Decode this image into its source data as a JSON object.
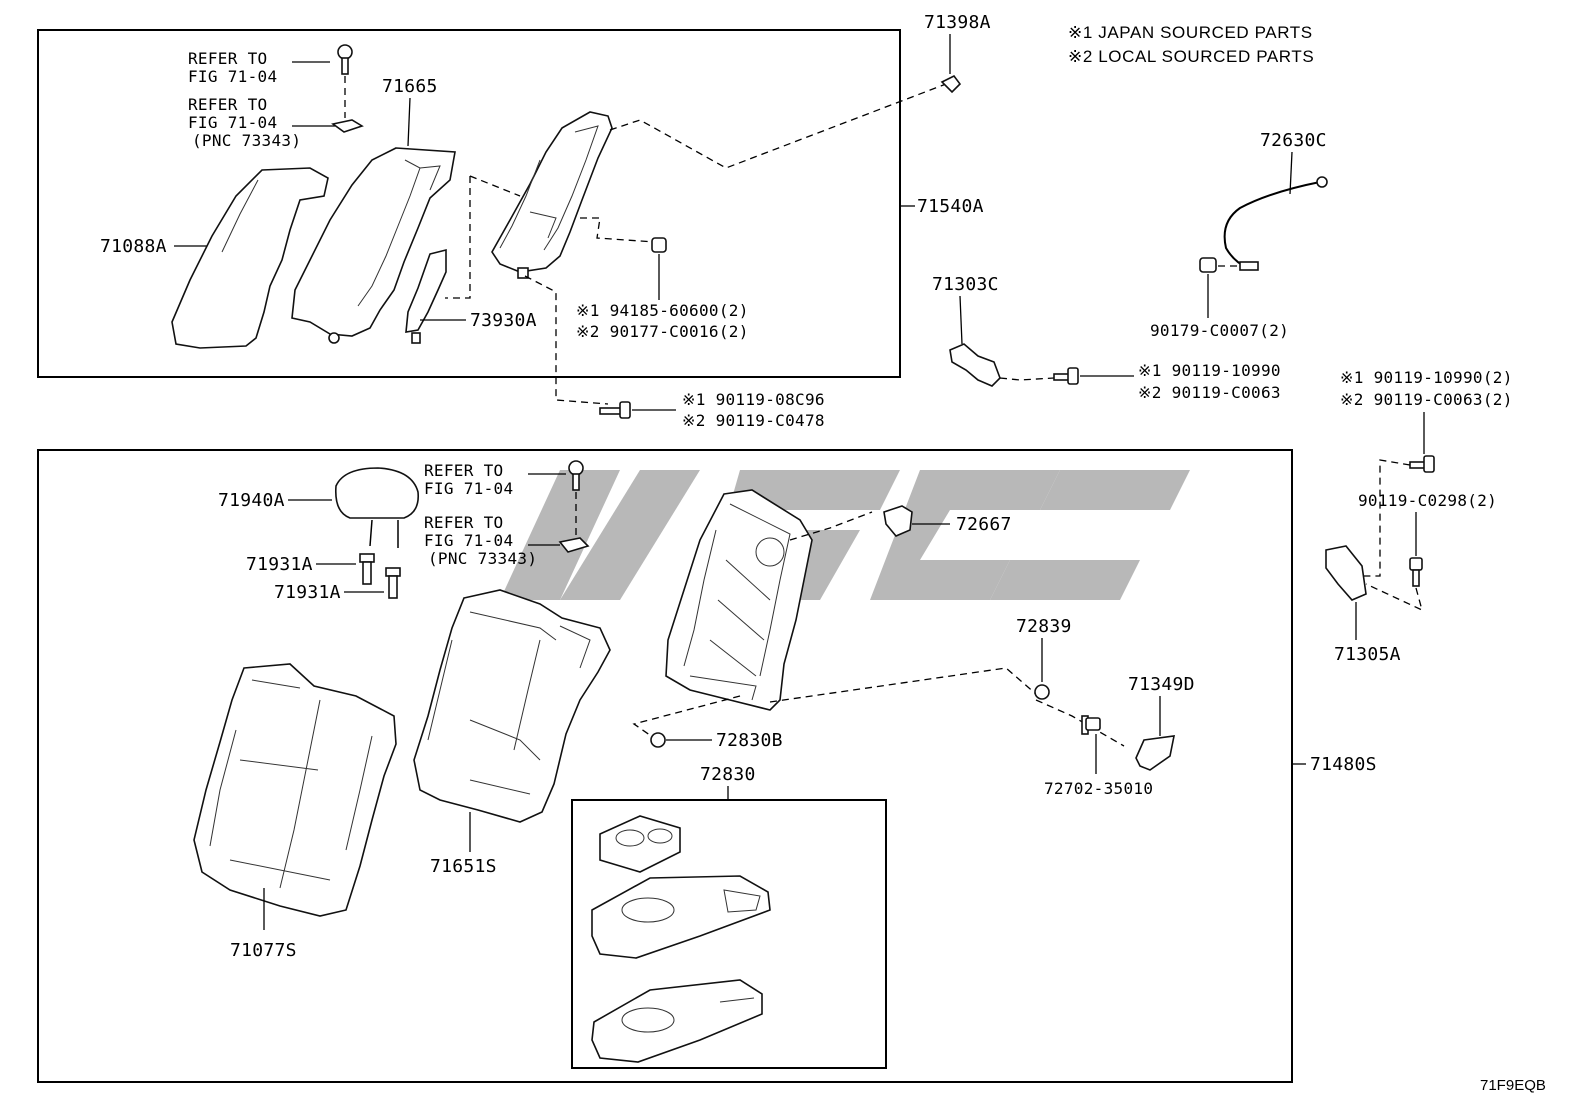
{
  "notes": {
    "japan": "※1 JAPAN SOURCED PARTS",
    "local": "※2 LOCAL SOURCED PARTS"
  },
  "diagram_code": "71F9EQB",
  "refer": {
    "line1": "REFER TO",
    "fig": "FIG 71-04",
    "pnc": "(PNC 73343)"
  },
  "upper_group": {
    "assembly": "71540A",
    "p71398A": "71398A",
    "p71665": "71665",
    "p71088A": "71088A",
    "p73930A": "73930A",
    "fastener_a_1": "※1 94185-60600(2)",
    "fastener_a_2": "※2 90177-C0016(2)",
    "fastener_b_1": "※1 90119-08C96",
    "fastener_b_2": "※2 90119-C0478"
  },
  "right_side": {
    "p72630C": "72630C",
    "p90179": "90179-C0007(2)",
    "p71303C": "71303C",
    "fastener_c_1": "※1 90119-10990",
    "fastener_c_2": "※2 90119-C0063",
    "fastener_d_1": "※1 90119-10990(2)",
    "fastener_d_2": "※2 90119-C0063(2)",
    "p90119_C0298": "90119-C0298(2)",
    "p71305A": "71305A"
  },
  "lower_group": {
    "assembly": "71480S",
    "p71940A": "71940A",
    "p71931A_a": "71931A",
    "p71931A_b": "71931A",
    "p72667": "72667",
    "p72839": "72839",
    "p71349D": "71349D",
    "p72702": "72702-35010",
    "p72830B": "72830B",
    "p72830": "72830",
    "p71651S": "71651S",
    "p71077S": "71077S"
  }
}
